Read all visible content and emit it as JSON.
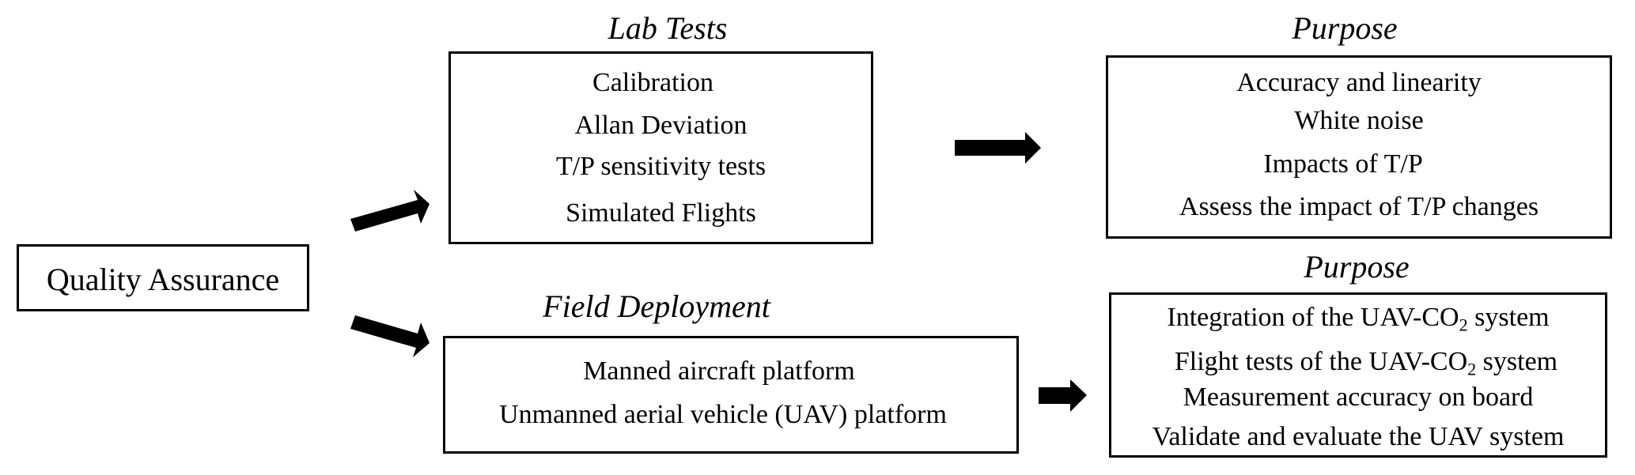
{
  "root": {
    "label": "Quality Assurance"
  },
  "lab_tests": {
    "heading": "Lab Tests",
    "items": [
      "Calibration",
      "Allan Deviation",
      "T/P sensitivity tests",
      "Simulated Flights"
    ]
  },
  "lab_purpose": {
    "heading": "Purpose",
    "items": [
      "Accuracy and linearity",
      "White noise",
      "Impacts of T/P",
      "Assess the impact of T/P changes"
    ]
  },
  "field_deployment": {
    "heading": "Field Deployment",
    "items": [
      "Manned aircraft platform",
      "Unmanned aerial vehicle (UAV) platform"
    ]
  },
  "field_purpose": {
    "heading": "Purpose",
    "items": [
      {
        "pre": "Integration of the UAV-CO",
        "sub": "2",
        "post": " system"
      },
      {
        "pre": "Flight tests of the UAV-CO",
        "sub": "2",
        "post": " system"
      },
      {
        "pre": "Measurement accuracy on board",
        "sub": "",
        "post": ""
      },
      {
        "pre": "Validate and evaluate the UAV system",
        "sub": "",
        "post": ""
      }
    ]
  },
  "arrows": [
    {
      "from": "quality-assurance",
      "to": "lab-tests"
    },
    {
      "from": "quality-assurance",
      "to": "field-deployment"
    },
    {
      "from": "lab-tests",
      "to": "lab-purpose"
    },
    {
      "from": "field-deployment",
      "to": "field-purpose"
    }
  ]
}
